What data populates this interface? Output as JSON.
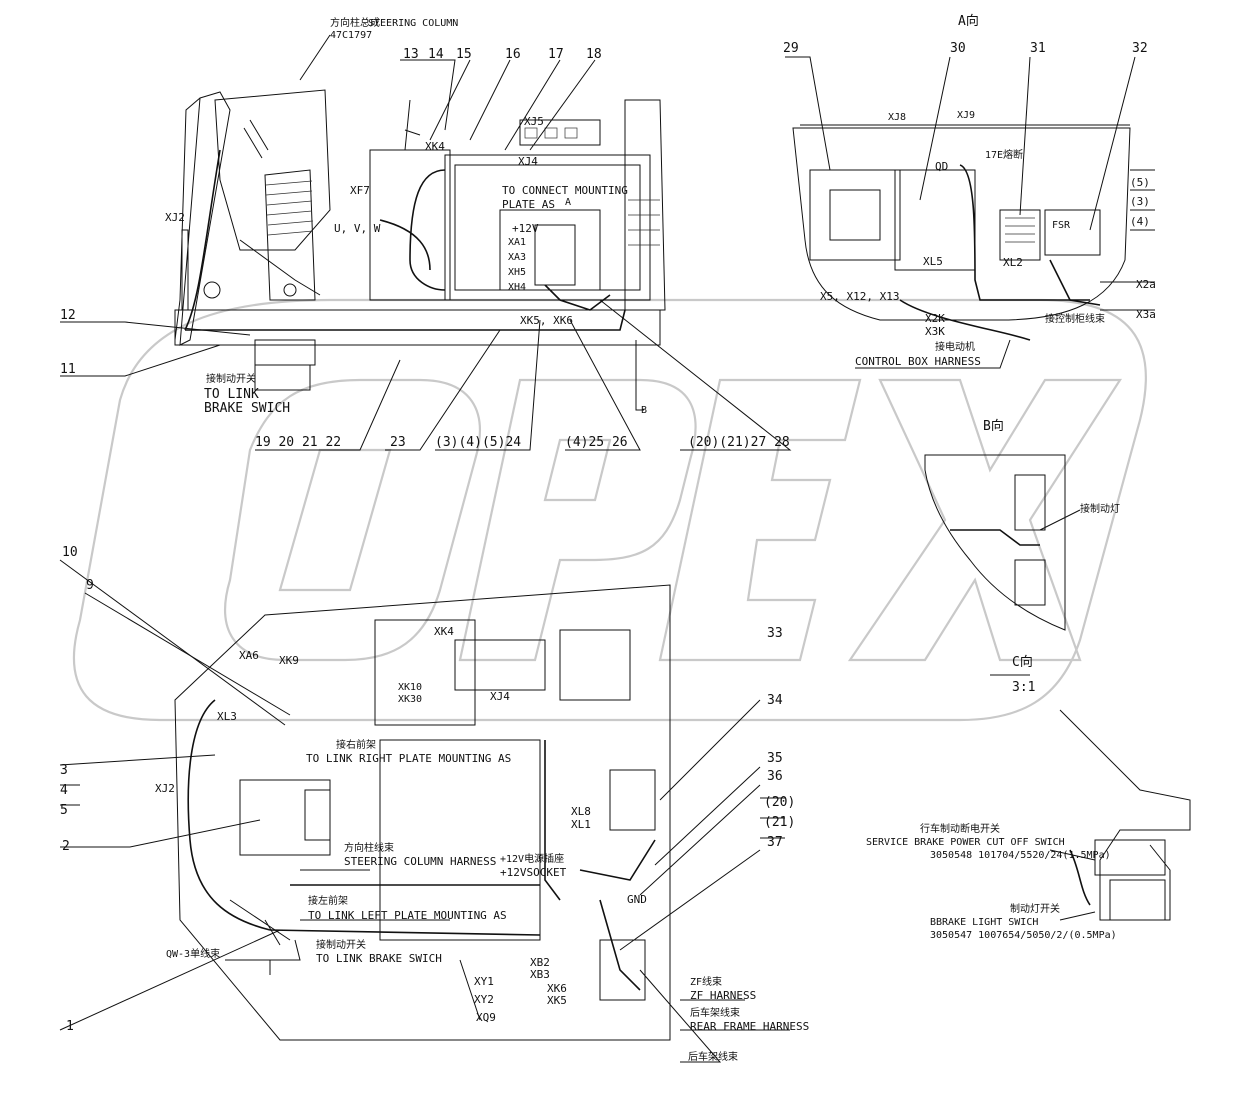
{
  "top_left": {
    "steering_column_cn": "方向柱总成",
    "steering_column_en": "STEERING COLUMN",
    "steering_column_code": "47C1797",
    "to_connect": "TO CONNECT MOUNTING",
    "plate_as": "PLATE AS",
    "plate_as_suffix": "A",
    "v12": "+12V",
    "brake_cn": "接制动开关",
    "to_link": "TO LINK",
    "brake_switch": "BRAKE SWICH",
    "uvw": "U, V, W",
    "xf7": "XF7",
    "xj2": "XJ2",
    "xk4": "XK4",
    "xj5": "XJ5",
    "xj4": "XJ4",
    "xa1": "XA1",
    "xa3": "XA3",
    "xh5": "XH5",
    "xh4": "XH4",
    "xk5_xk6": "XK5, XK6",
    "b_mark": "B"
  },
  "callouts_top": {
    "c13": "13",
    "c14": "14",
    "c15": "15",
    "c16": "16",
    "c17": "17",
    "c18": "18",
    "c11": "11",
    "c12": "12",
    "g1": "19  20  21  22",
    "g2": "23",
    "g3": "(3)(4)(5)24",
    "g4": "(4)25  26",
    "g5": "(20)(21)27  28"
  },
  "view_a": {
    "title": "A向",
    "c29": "29",
    "c30": "30",
    "c31": "31",
    "c32": "32",
    "xj8": "XJ8",
    "xj9": "XJ9",
    "qd": "QD",
    "fuse_cn": "17E熔断",
    "xl5": "XL5",
    "xl2": "XL2",
    "x5x12x13": "X5, X12, X13",
    "x2k": "X2K",
    "x3k": "X3K",
    "x2a": "X2a",
    "x3a": "X3a",
    "p5": "(5)",
    "p3": "(3)",
    "p4": "(4)",
    "fsr": "FSR",
    "control_box": "CONTROL BOX HARNESS",
    "cn1": "接电动机",
    "cn2": "接控制柜线束"
  },
  "view_b": {
    "title": "B向",
    "cn": "接制动灯"
  },
  "view_c": {
    "title": "C向",
    "scale": "3:1"
  },
  "bottom": {
    "c10": "10",
    "c9": "9",
    "c2": "2",
    "c1": "1",
    "c3": "3",
    "c4": "4",
    "c5": "5",
    "c33": "33",
    "c34": "34",
    "c35": "35",
    "c36": "36",
    "c20": "(20)",
    "c21": "(21)",
    "c37": "37",
    "xa6": "XA6",
    "xk9": "XK9",
    "xl3": "XL3",
    "xj2b": "XJ2",
    "xk4b": "XK4",
    "xk10": "XK10",
    "xk30": "XK30",
    "xj4b": "XJ4",
    "xl8": "XL8",
    "xl1": "XL1",
    "xy1": "XY1",
    "xy2": "XY2",
    "xq9": "XQ9",
    "xb2": "XB2",
    "xb3": "XB3",
    "xk6b": "XK6",
    "xk5b": "XK5",
    "right_plate_cn": "接右前架",
    "right_plate": "TO LINK RIGHT PLATE MOUNTING AS",
    "steer_harness_cn": "方向柱线束",
    "steer_harness": "STEERING COLUMN HARNESS",
    "socket_cn": "+12V电源插座",
    "socket": "+12VSOCKET",
    "left_plate_cn": "接左前架",
    "left_plate": "TO LINK LEFT PLATE MOUNTING AS",
    "brake_cn2": "接制动开关",
    "brake2": "TO LINK BRAKE SWICH",
    "gnd": "GND",
    "ow": "QW-3单线束",
    "zf_cn": "ZF线束",
    "zf": "ZF HARNESS",
    "rear_cn": "后车架线束",
    "rear": "REAR FRAME HARNESS",
    "rear_cn2": "后车架线束"
  },
  "switches": {
    "service_cn": "行车制动断电开关",
    "service": "SERVICE BRAKE POWER CUT OFF SWICH",
    "service_code": "3050548  101704/5520/24(1.5MPa)",
    "light_cn": "制动灯开关",
    "light": "BBRAKE LIGHT SWICH",
    "light_code": "3050547  1007654/5050/2/(0.5MPa)"
  },
  "watermark": "OPEX"
}
